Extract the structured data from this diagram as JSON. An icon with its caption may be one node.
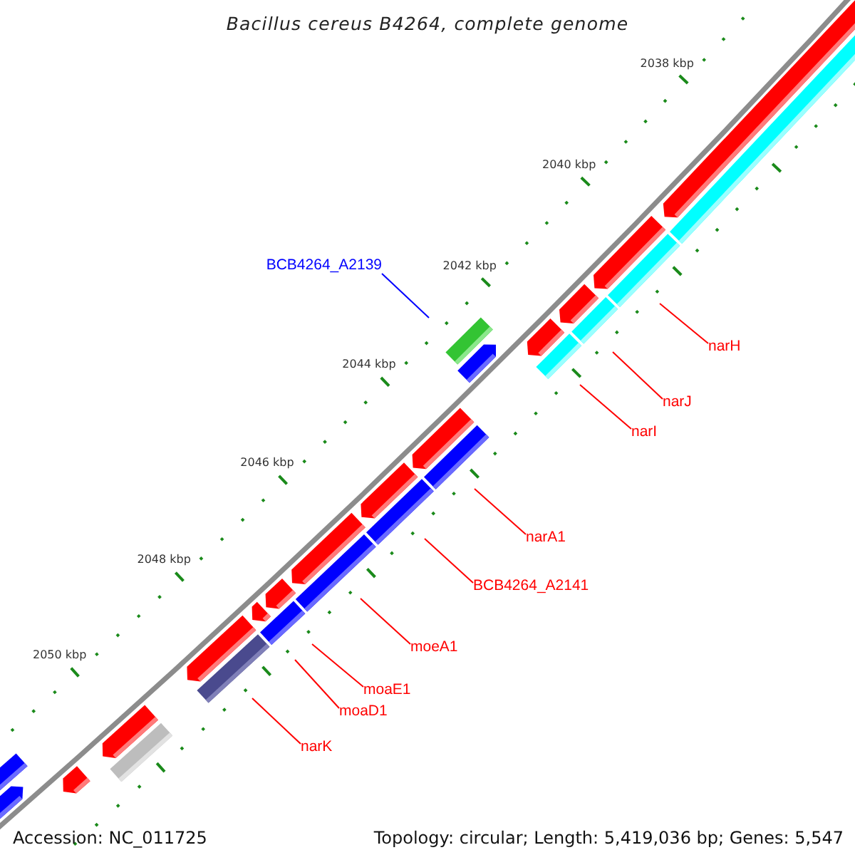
{
  "diagram": {
    "title": "Bacillus cereus B4264, complete genome",
    "nodes": [
      {
        "text": [
          "BCB4264_A2139"
        ]
      },
      {
        "text": [
          "narH"
        ]
      },
      {
        "text": [
          "narJ"
        ]
      },
      {
        "text": [
          "narI"
        ]
      },
      {
        "text": [
          "narA1"
        ]
      },
      {
        "text": [
          "BCB4264_A2141"
        ]
      },
      {
        "text": [
          "moeA1"
        ]
      },
      {
        "text": [
          "moaE1"
        ]
      },
      {
        "text": [
          "moaD1"
        ]
      },
      {
        "text": [
          "narK"
        ]
      }
    ],
    "edges": [
      {
        "from": 0,
        "to": null,
        "arrow": "none",
        "color": "#0000ff"
      },
      {
        "from": 1,
        "to": null,
        "arrow": "none"
      },
      {
        "from": 2,
        "to": null,
        "arrow": "none"
      },
      {
        "from": 3,
        "to": null,
        "arrow": "none"
      },
      {
        "from": 4,
        "to": null,
        "arrow": "none"
      },
      {
        "from": 5,
        "to": null,
        "arrow": "none"
      },
      {
        "from": 6,
        "to": null,
        "arrow": "none"
      },
      {
        "from": 7,
        "to": null,
        "arrow": "none"
      },
      {
        "from": 8,
        "to": null,
        "arrow": "none"
      },
      {
        "from": 9,
        "to": null,
        "arrow": "none"
      }
    ],
    "labels": [
      "2038 kbp",
      "2040 kbp",
      "2042 kbp",
      "2044 kbp",
      "2046 kbp",
      "2048 kbp",
      "2050 kbp",
      "Accession: NC_011725",
      "Topology: circular; Length: 5,419,036 bp; Genes: 5,547"
    ]
  }
}
